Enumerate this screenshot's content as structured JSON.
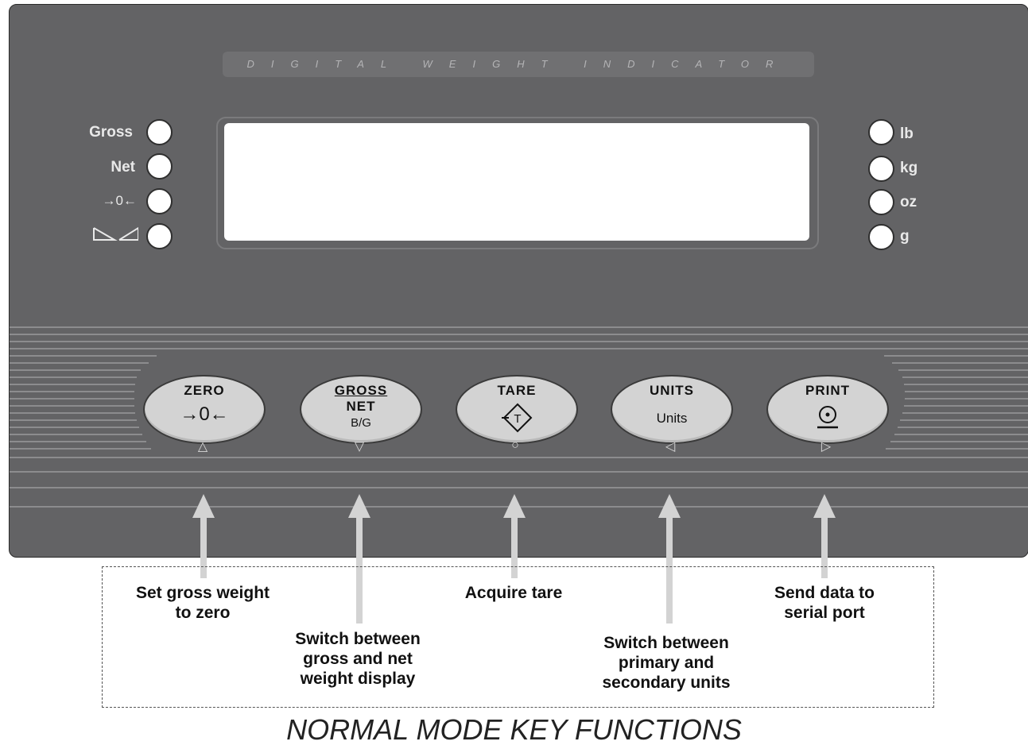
{
  "brand_label": "DIGITAL WEIGHT INDICATOR",
  "left_annunciators": {
    "gross": "Gross",
    "net": "Net",
    "center_of_zero": "→0←",
    "motion": "⊿◺"
  },
  "right_annunciators": {
    "lb": "lb",
    "kg": "kg",
    "oz": "oz",
    "g": "g"
  },
  "keys": {
    "zero": {
      "top": "ZERO",
      "symbol": "→0←"
    },
    "gross": {
      "top": "GROSS",
      "mid": "NET",
      "bottom": "B/G"
    },
    "tare": {
      "top": "TARE",
      "symbol": "→T"
    },
    "units": {
      "top": "UNITS",
      "bottom": "Units"
    },
    "print": {
      "top": "PRINT",
      "symbol": "⊙"
    }
  },
  "nav_symbols": {
    "zero": "△",
    "gross": "▽",
    "tare": "○",
    "units": "◁",
    "print": "▷"
  },
  "descriptions": {
    "zero": [
      "Set gross weight",
      "to zero"
    ],
    "gross": [
      "Switch between",
      "gross and net",
      "weight display"
    ],
    "tare": [
      "Acquire tare"
    ],
    "units": [
      "Switch between",
      "primary and",
      "secondary units"
    ],
    "print": [
      "Send data to",
      "serial port"
    ]
  },
  "caption": "NORMAL MODE KEY FUNCTIONS",
  "colors": {
    "panel": "#636365",
    "key": "#d3d3d3",
    "arrow": "#d3d3d3",
    "display": "#ffffff"
  }
}
